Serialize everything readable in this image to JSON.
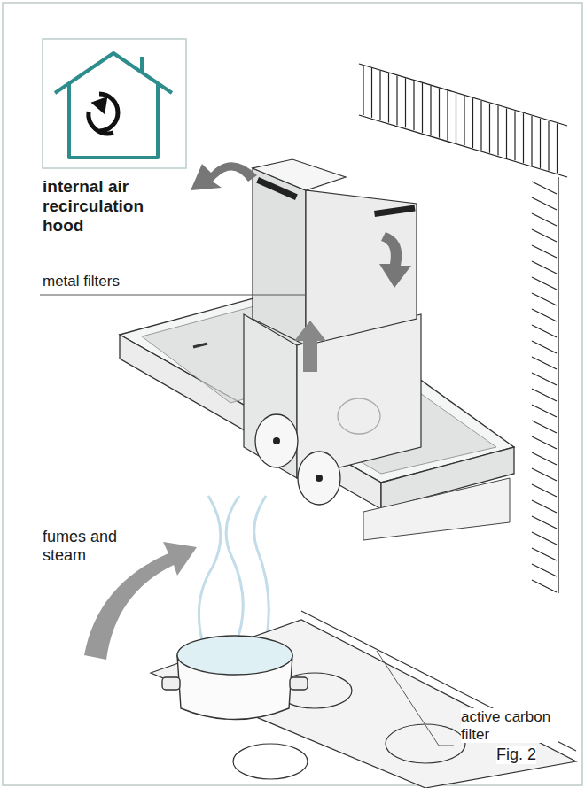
{
  "diagram": {
    "labels": [
      "internal air recirculation hood",
      "metal filters",
      "fumes and steam",
      "active carbon filter",
      "Fig. 2"
    ]
  }
}
